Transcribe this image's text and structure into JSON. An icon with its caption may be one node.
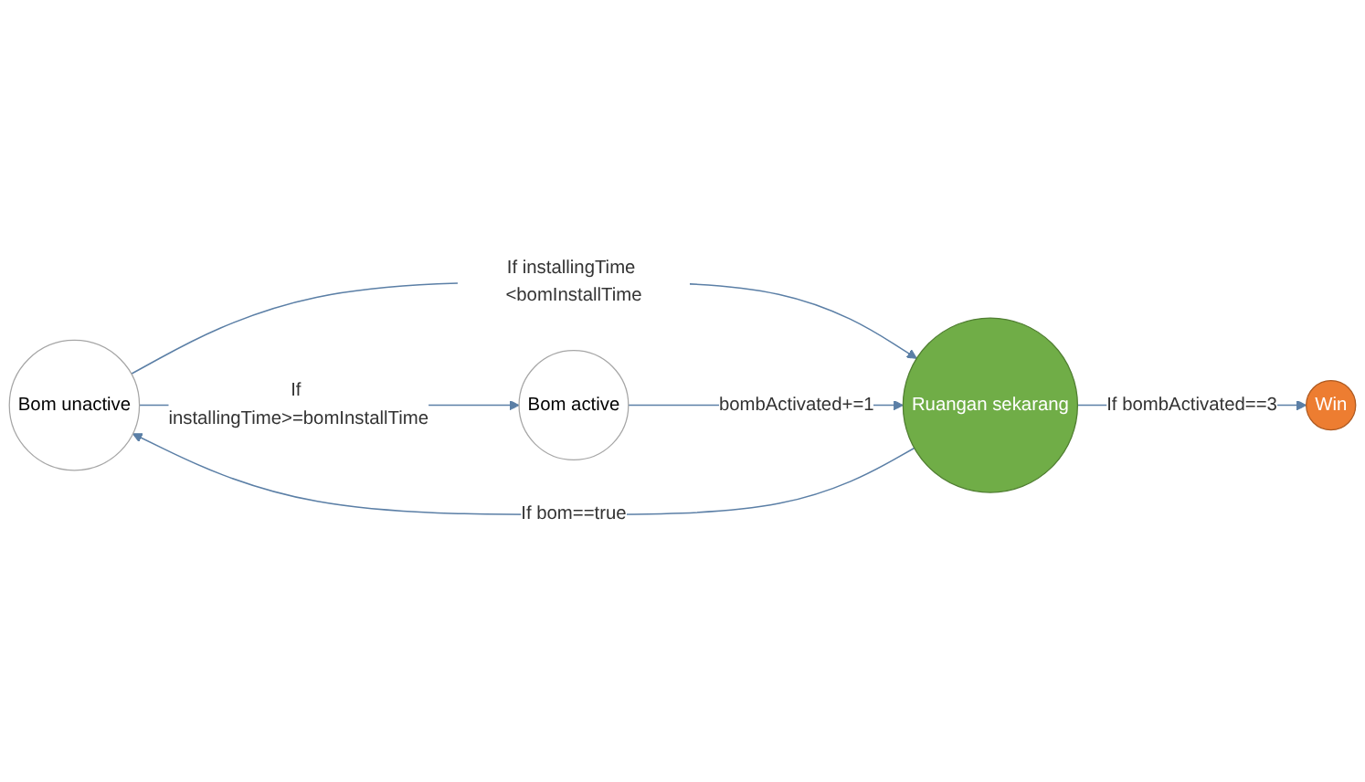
{
  "diagram": {
    "nodes": [
      {
        "text": [
          "Bom unactive"
        ]
      },
      {
        "text": [
          "Bom active"
        ]
      },
      {
        "text": [
          "Ruangan sekarang"
        ]
      },
      {
        "text": [
          "Win"
        ]
      }
    ],
    "edges": [
      {
        "from": 0,
        "to": 1,
        "arrow": "to",
        "label": "If installingTime>=bomInstallTime"
      },
      {
        "from": 0,
        "to": 2,
        "arrow": "to",
        "label": "If installingTime <bomInstallTime"
      },
      {
        "from": 2,
        "to": 0,
        "arrow": "to",
        "label": "If bom==true"
      },
      {
        "from": 1,
        "to": 2,
        "arrow": "to",
        "label": "bombActivated+=1"
      },
      {
        "from": 2,
        "to": 3,
        "arrow": "to",
        "label": "If bombActivated==3"
      }
    ]
  }
}
